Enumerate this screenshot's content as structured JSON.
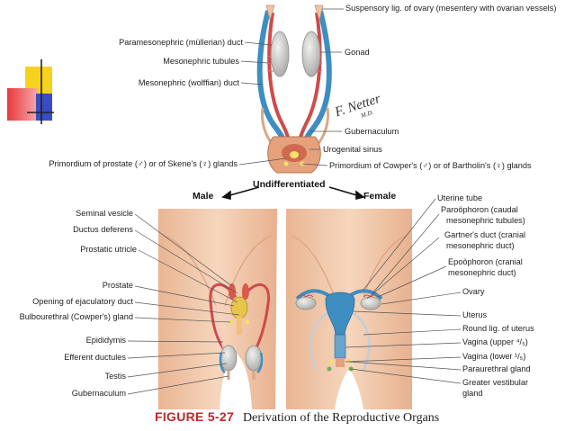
{
  "figure": {
    "number": "FIGURE 5-27",
    "title": "Derivation of the Reproductive Organs"
  },
  "signature": "F. Netter M.D.",
  "headings": {
    "male": "Male",
    "undifferentiated": "Undifferentiated",
    "female": "Female"
  },
  "undifferentiated_labels": {
    "suspensory": "Suspensory lig. of ovary (mesentery with ovarian vessels)",
    "paramesonephric": "Paramesonephric (müllerian) duct",
    "mesonephric_tubules": "Mesonephric tubules",
    "gonad": "Gonad",
    "mesonephric_duct": "Mesonephric (wolffian) duct",
    "gubernaculum": "Gubernaculum",
    "urogenital_sinus": "Urogenital sinus",
    "prostate_primordium": "Primordium of prostate (♂) or of Skene's (♀) glands",
    "cowper_primordium": "Primordium of Cowper's (♂) or of Bartholin's (♀) glands"
  },
  "male_labels": {
    "seminal_vesicle": "Seminal vesicle",
    "ductus_deferens": "Ductus deferens",
    "prostatic_utricle": "Prostatic utricle",
    "prostate": "Prostate",
    "ejaculatory_duct": "Opening of ejaculatory duct",
    "bulbourethral": "Bulbourethral (Cowper's) gland",
    "epididymis": "Epididymis",
    "efferent_ductules": "Efferent ductules",
    "testis": "Testis",
    "gubernaculum": "Gubernaculum"
  },
  "female_labels": {
    "uterine_tube": "Uterine tube",
    "paroophoron_1": "Paroöphoron (caudal",
    "paroophoron_2": "mesonephric tubules)",
    "gartner_1": "Gartner's duct (cranial",
    "gartner_2": "mesonephric duct)",
    "epoophoron_1": "Epoöphoron (cranial",
    "epoophoron_2": "mesonephric duct)",
    "ovary": "Ovary",
    "uterus": "Uterus",
    "round_lig": "Round lig. of uterus",
    "vagina_upper": "Vagina (upper ⁴/₅)",
    "vagina_lower": "Vagina (lower ¹/₅)",
    "paraurethral": "Paraurethral gland",
    "greater_vestibular_1": "Greater vestibular",
    "greater_vestibular_2": "gland"
  },
  "colors": {
    "skin": "#f1c9ac",
    "skin_dark": "#dba27f",
    "duct_blue": "#3f8ec2",
    "duct_red": "#cf4a4a",
    "gonad": "#d6d6d4",
    "caption_red": "#c0272d",
    "deco_yellow": "#f7d21c",
    "deco_red": "#e8383d",
    "deco_blue": "#3a4cc2"
  }
}
